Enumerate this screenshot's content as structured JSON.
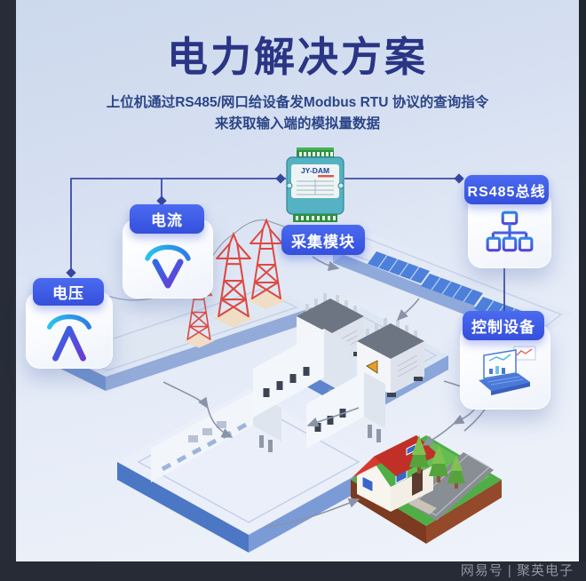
{
  "header": {
    "title": "电力解决方案",
    "subtitle_line1": "上位机通过RS485/网口给设备发Modbus RTU 协议的查询指令",
    "subtitle_line2": "来获取输入端的模拟量数据"
  },
  "nodes": {
    "current_label": "电流",
    "voltage_label": "电压",
    "collector_label": "采集模块",
    "rs485_label": "RS485总线",
    "control_label": "控制设备"
  },
  "device": {
    "brand": "JY-DAM"
  },
  "watermark": {
    "text": "网易号 | 聚英电子"
  },
  "icons": {
    "current_card": "arc-v-meter-icon",
    "voltage_card": "arc-a-meter-icon",
    "rs485_card": "bus-topology-icon",
    "control_card": "laptop-monitor-icon"
  },
  "colors": {
    "pill_blue": "#3b5de8",
    "title_navy": "#2a3585",
    "line_navy": "#3c4aa8",
    "line_gray": "#8b94a6",
    "tower_red": "#dd4a41",
    "module_teal": "#55b2c2",
    "panel_blue": "#4d80da",
    "roof_red": "#d83a30",
    "grass_green": "#4fae46"
  }
}
